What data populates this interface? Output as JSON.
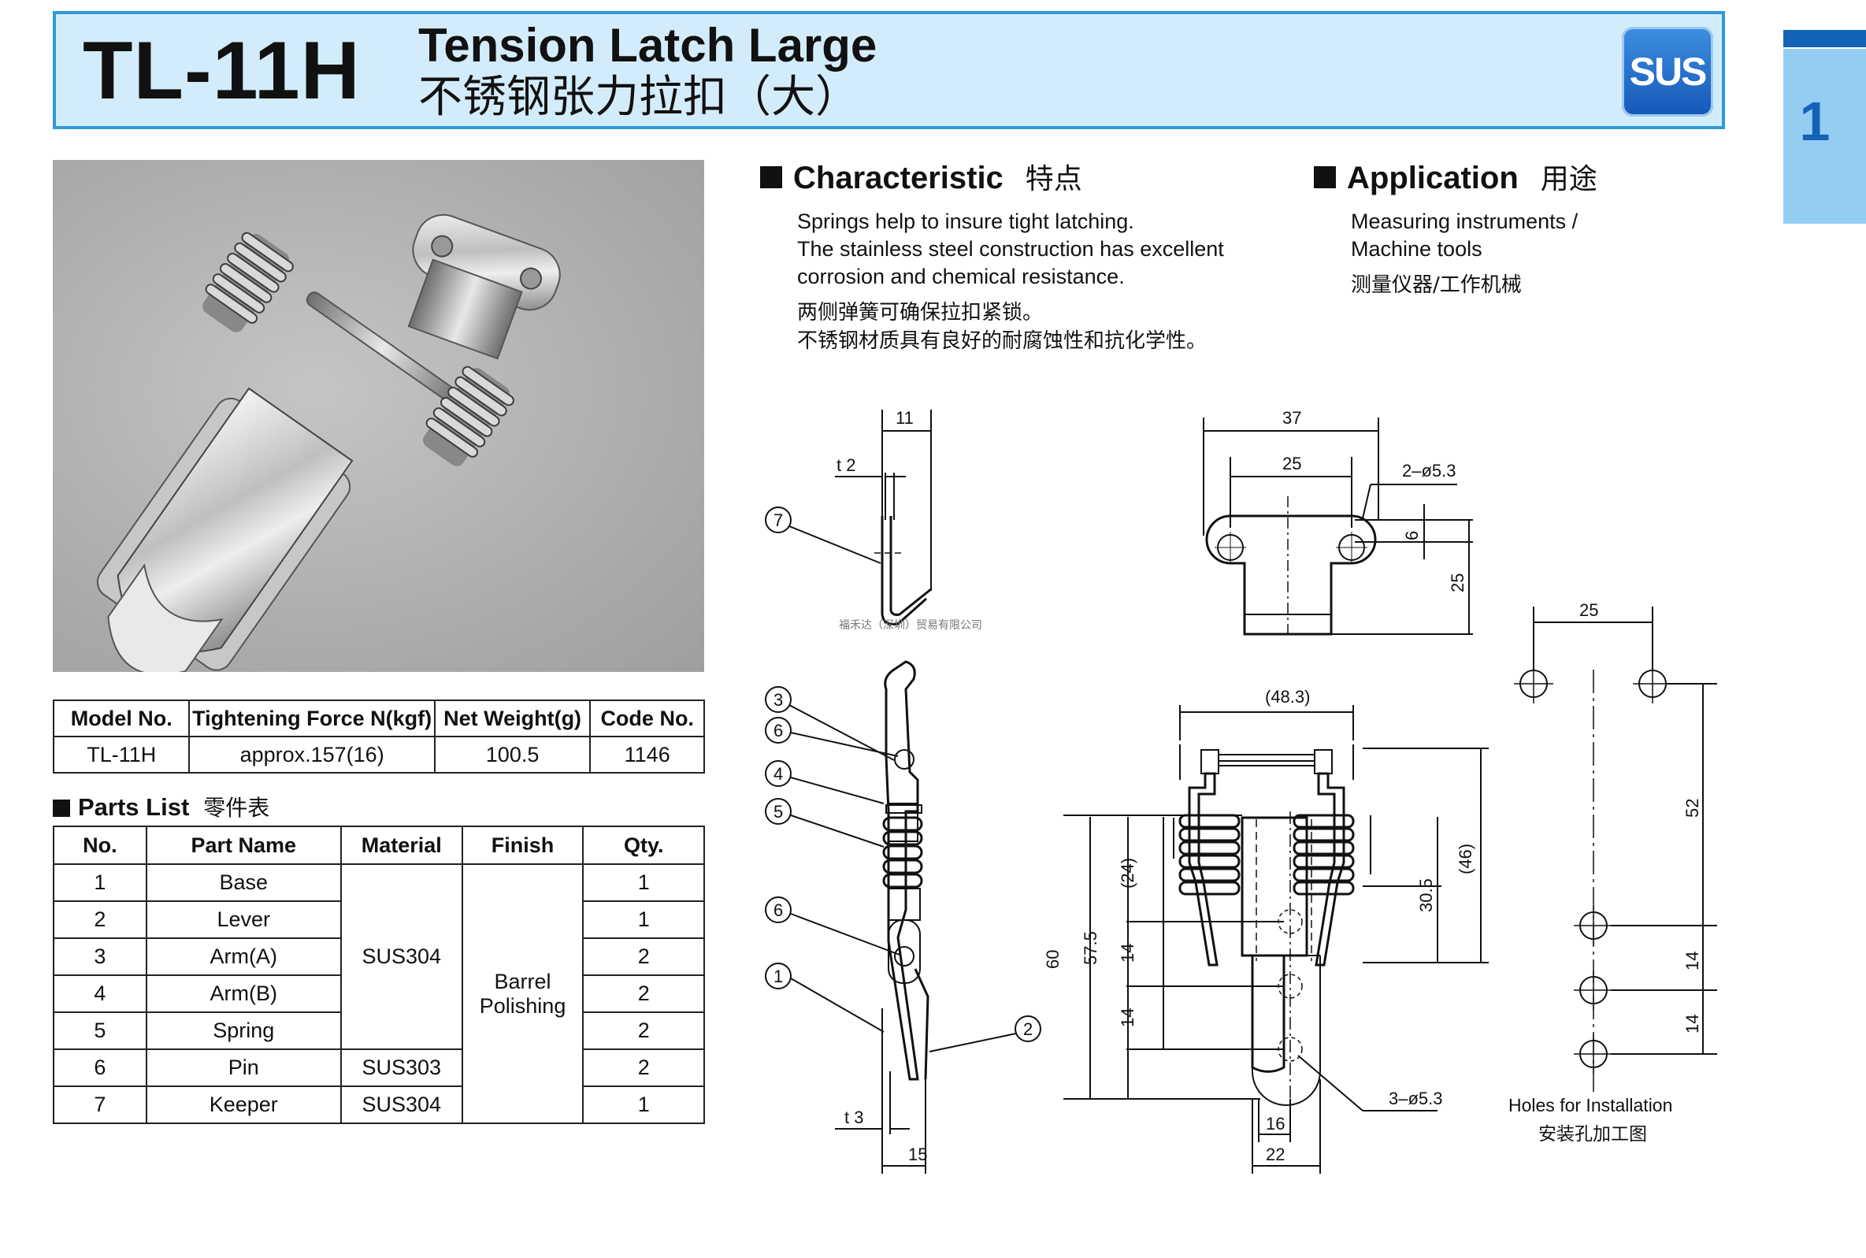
{
  "header": {
    "model": "TL-11H",
    "title_en": "Tension Latch Large",
    "title_cn": "不锈钢张力拉扣（大）",
    "badge": "SUS",
    "badge_color": "#1d63c0",
    "header_bg": "#d3ecfb",
    "header_border": "#2e9ad8"
  },
  "side_tab": {
    "number": "1",
    "color": "#93cdf2",
    "accent": "#1563b6"
  },
  "spec_table": {
    "headers": [
      "Model No.",
      "Tightening Force N(kgf)",
      "Net Weight(g)",
      "Code No."
    ],
    "row": [
      "TL-11H",
      "approx.157(16)",
      "100.5",
      "1146"
    ]
  },
  "parts": {
    "title": "Parts List",
    "title_cn": "零件表",
    "headers": [
      "No.",
      "Part Name",
      "Material",
      "Finish",
      "Qty."
    ],
    "rows": [
      {
        "no": "1",
        "name": "Base",
        "qty": "1"
      },
      {
        "no": "2",
        "name": "Lever",
        "qty": "1"
      },
      {
        "no": "3",
        "name": "Arm(A)",
        "qty": "2"
      },
      {
        "no": "4",
        "name": "Arm(B)",
        "qty": "2"
      },
      {
        "no": "5",
        "name": "Spring",
        "qty": "2"
      },
      {
        "no": "6",
        "name": "Pin",
        "qty": "2"
      },
      {
        "no": "7",
        "name": "Keeper",
        "qty": "1"
      }
    ],
    "material_1_5": "SUS304",
    "material_6": "SUS303",
    "material_7": "SUS304",
    "finish_line1": "Barrel",
    "finish_line2": "Polishing"
  },
  "characteristic": {
    "title": "Characteristic",
    "title_cn": "特点",
    "lines_en": [
      "Springs help to insure tight latching.",
      "The stainless steel construction has excellent",
      "corrosion and chemical resistance."
    ],
    "lines_cn": [
      "两侧弹簧可确保拉扣紧锁。",
      "不锈钢材质具有良好的耐腐蚀性和抗化学性。"
    ]
  },
  "application": {
    "title": "Application",
    "title_cn": "用途",
    "lines_en": [
      "Measuring instruments /",
      "Machine tools"
    ],
    "line_cn": "测量仪器/工作机械"
  },
  "drawing": {
    "keeper_side": {
      "dim_top": "11",
      "thickness": "t 2",
      "callout": "7"
    },
    "keeper_front": {
      "width": "37",
      "hole_pitch": "25",
      "holes": "2–ø5.3",
      "hole_height": "6",
      "height": "25"
    },
    "side_view": {
      "callouts": [
        "3",
        "6",
        "4",
        "5",
        "6",
        "1",
        "2"
      ],
      "thickness": "t 3",
      "width": "15"
    },
    "front_view": {
      "top_width": "(48.3)",
      "dims_left": [
        "60",
        "57.5",
        "(24)",
        "14",
        "14"
      ],
      "dims_right": [
        "30.5",
        "(46)"
      ],
      "holes": "3–ø5.3",
      "bottom_inner": "16",
      "bottom_outer": "22"
    },
    "install_holes": {
      "pitch": "25",
      "height": "52",
      "spacing1": "14",
      "spacing2": "14",
      "caption_en": "Holes for Installation",
      "caption_cn": "安装孔加工图"
    },
    "watermark": "福禾达（深圳）贸易有限公司"
  }
}
